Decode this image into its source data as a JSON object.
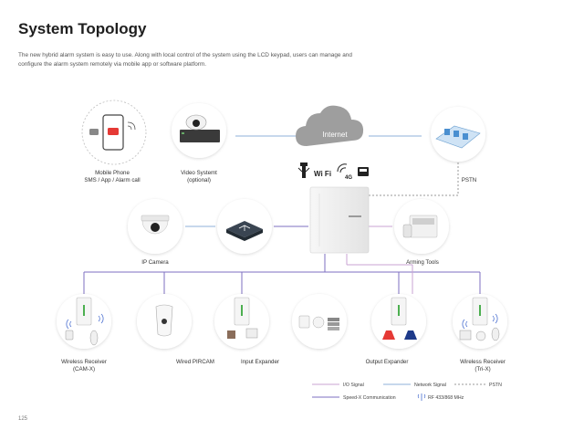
{
  "page": {
    "title": "System Topology",
    "intro": "The new hybrid alarm system is easy to use. Along with local control of the system using the LCD keypad, users can manage and configure the alarm system remotely via mobile app or software platform.",
    "page_number": "125"
  },
  "nodes": {
    "mobile": {
      "label1": "Mobile Phone",
      "label2": "SMS / App / Alarm call"
    },
    "video": {
      "label1": "Video Systemt",
      "label2": "(optional)"
    },
    "internet": {
      "label": "Internet"
    },
    "pstn": {
      "label": "PSTN"
    },
    "ip_camera": {
      "label": "IP Camera"
    },
    "arming_tools": {
      "label": "Arming Tools"
    },
    "wireless_receiver_left": {
      "label1": "Wireless Receiver",
      "label2": "(CAM-X)"
    },
    "wired_pircam": {
      "label": "Wired PIRCAM"
    },
    "input_expander": {
      "label": "Input Expander"
    },
    "output_expander": {
      "label": "Output Expander"
    },
    "wireless_receiver_right": {
      "label1": "Wireless Receiver",
      "label2": "(Tri-X)"
    }
  },
  "connectors": {
    "wifi": "Wi Fi",
    "cellular": "4G"
  },
  "legend": {
    "io_signal": "I/O Signal",
    "network_signal": "Network Signal",
    "pstn": "PSTN",
    "speedx": "Speed-X Communication",
    "rf": "RF 433/868 MHz"
  },
  "colors": {
    "io_signal": "#c9a3d3",
    "network_signal": "#8fb0d9",
    "pstn": "#9a9a9a",
    "speedx": "#7d6fc0",
    "rf": "#4a6fd0"
  }
}
